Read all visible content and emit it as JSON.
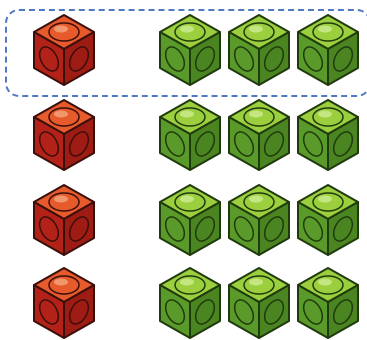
{
  "colors": {
    "red": {
      "top": "#e65a2c",
      "left": "#b32218",
      "right": "#9e1c14",
      "stroke": "#3a0f0a",
      "highlight": "#f5b08a"
    },
    "green": {
      "top": "#9ccf3e",
      "left": "#5a9a2a",
      "right": "#4a8522",
      "stroke": "#1f3a0c",
      "highlight": "#d6f0a0"
    },
    "frame": "#4f79c4"
  },
  "grid": {
    "rows": [
      {
        "cubes": [
          "red",
          "green",
          "green",
          "green"
        ],
        "grouped": true
      },
      {
        "cubes": [
          "red",
          "green",
          "green",
          "green"
        ],
        "grouped": false
      },
      {
        "cubes": [
          "red",
          "green",
          "green",
          "green"
        ],
        "grouped": false
      },
      {
        "cubes": [
          "red",
          "green",
          "green",
          "green"
        ],
        "grouped": false
      }
    ]
  }
}
